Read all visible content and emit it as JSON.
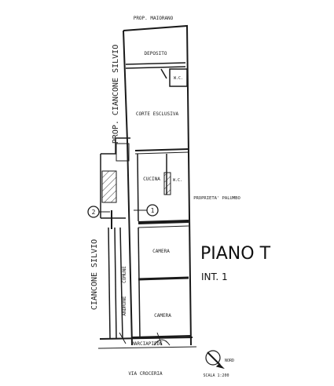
{
  "plan": {
    "neighbor_top": "PROP. MAIORANO",
    "neighbor_left_top": "PROP. CIANCONE SILVIO",
    "neighbor_left_bottom": "CIANCONE SILVIO",
    "neighbor_right": "PROPRIETA' PALUMBO",
    "rooms": {
      "deposito": "DEPOSITO",
      "wc_top": "W.C.",
      "corte": "CORTE ESCLUSIVA",
      "cucina": "CUCINA",
      "wc_mid": "W.C.",
      "camera1": "CAMERA",
      "camera2": "CAMERA",
      "comune": "COMUNE",
      "androne": "ANDRONE",
      "marciapiede": "MARCIAPIEDE"
    },
    "street": "VIA CROCERIA",
    "markers": [
      "1",
      "2"
    ],
    "floor_title": "PIANO T",
    "interno": "INT. 1",
    "north": "NORD",
    "scale": "SCALA 1:200"
  },
  "colors": {
    "ink": "#1a1a1a",
    "paper": "#ffffff"
  }
}
